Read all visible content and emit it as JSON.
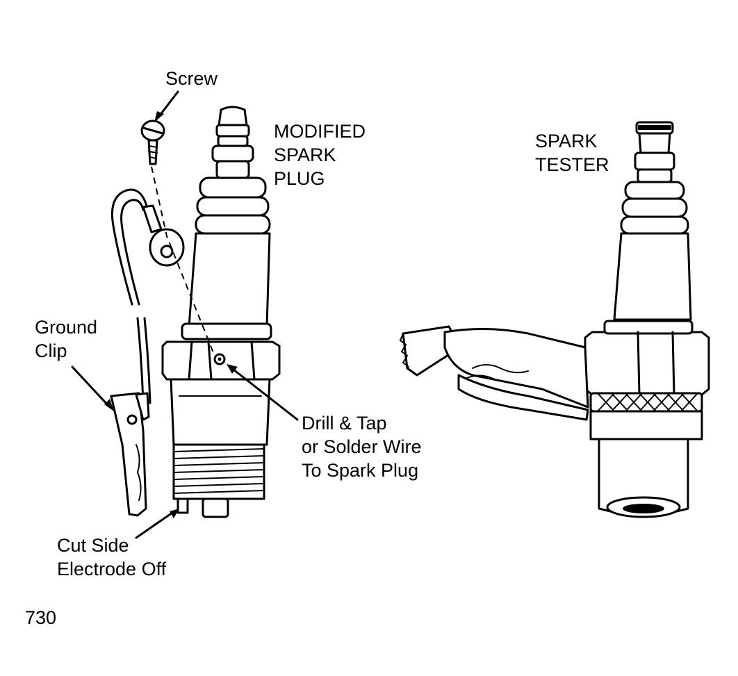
{
  "figure": {
    "labels": {
      "screw": "Screw",
      "modified_plug": [
        "MODIFIED",
        "SPARK",
        "PLUG"
      ],
      "spark_tester": [
        "SPARK",
        "TESTER"
      ],
      "ground_clip": [
        "Ground",
        "Clip"
      ],
      "drill_tap": [
        "Drill & Tap",
        "or Solder Wire",
        "To Spark Plug"
      ],
      "cut_side": [
        "Cut Side",
        "Electrode Off"
      ],
      "figure_number": "730"
    }
  }
}
